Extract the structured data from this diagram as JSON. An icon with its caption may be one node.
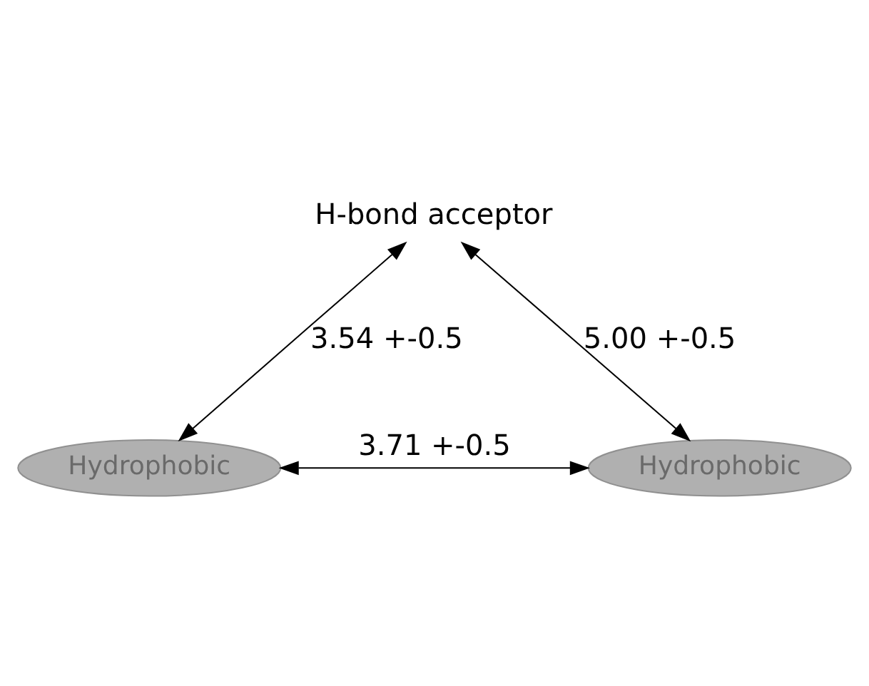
{
  "diagram": {
    "nodes": [
      {
        "text": [
          "H-bond acceptor"
        ]
      },
      {
        "text": [
          "Hydrophobic"
        ]
      },
      {
        "text": [
          "Hydrophobic"
        ]
      }
    ],
    "edges": [
      {
        "from": 0,
        "to": 1,
        "arrow": "both",
        "label": "3.54 +-0.5"
      },
      {
        "from": 0,
        "to": 2,
        "arrow": "both",
        "label": "5.00 +-0.5"
      },
      {
        "from": 1,
        "to": 2,
        "arrow": "both",
        "label": "3.71 +-0.5"
      }
    ]
  }
}
